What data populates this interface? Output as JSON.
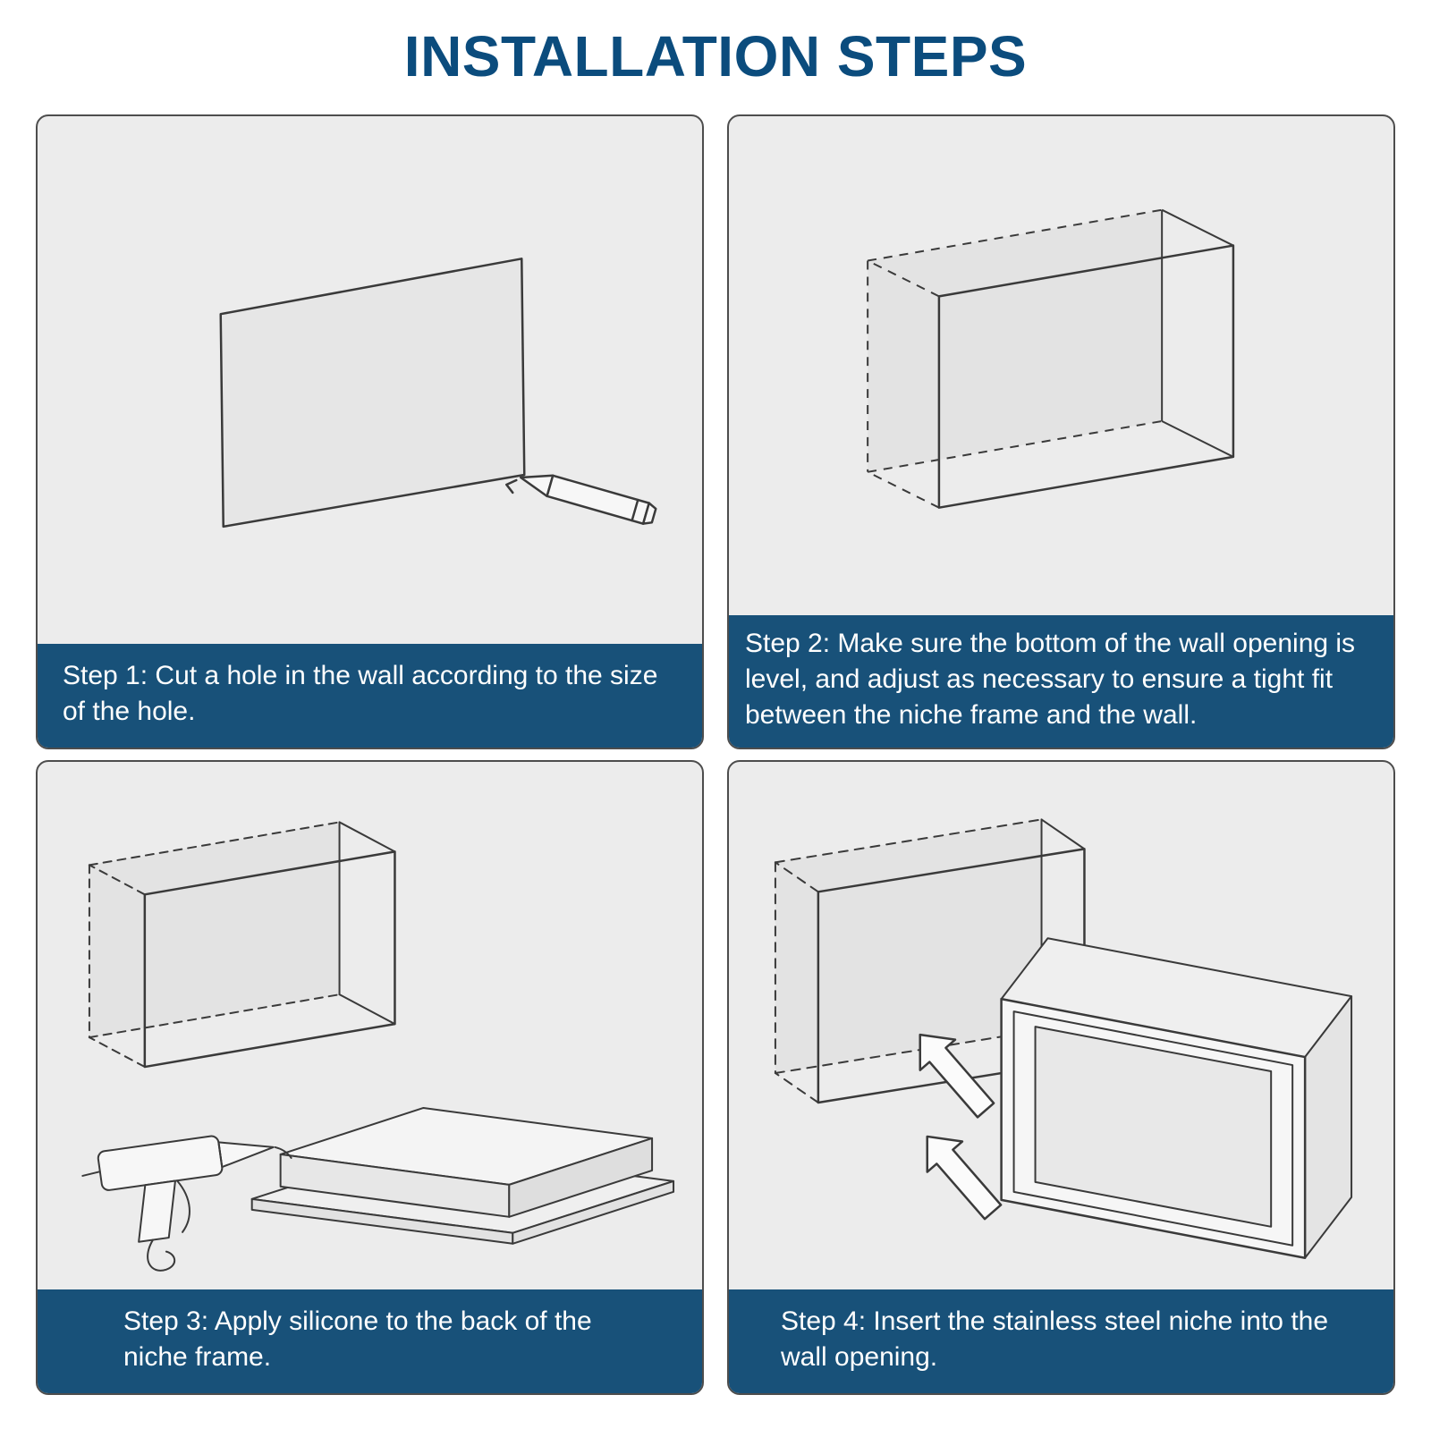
{
  "title": "INSTALLATION STEPS",
  "colors": {
    "title_text": "#0b4c7d",
    "caption_background": "#185179",
    "caption_text": "#ffffff",
    "panel_background": "#ececec",
    "panel_border": "#4d4d4d",
    "line_art_stroke": "#3a3a3a"
  },
  "steps": [
    {
      "number": 1,
      "caption": "Step 1: Cut a hole in the wall according to the size of the hole.",
      "illustration": "pencil-marking-wall-cutout"
    },
    {
      "number": 2,
      "caption": "Step 2: Make sure the bottom of the wall opening is level, and adjust as necessary to ensure a tight fit between the niche frame and the wall.",
      "illustration": "wall-opening-wireframe-box"
    },
    {
      "number": 3,
      "caption": "Step 3: Apply silicone to the back of the niche frame.",
      "illustration": "caulk-gun-applying-silicone-to-niche-back"
    },
    {
      "number": 4,
      "caption": "Step 4: Insert the stainless steel niche into the wall opening.",
      "illustration": "niche-inserted-into-wall-opening-with-arrows"
    }
  ]
}
